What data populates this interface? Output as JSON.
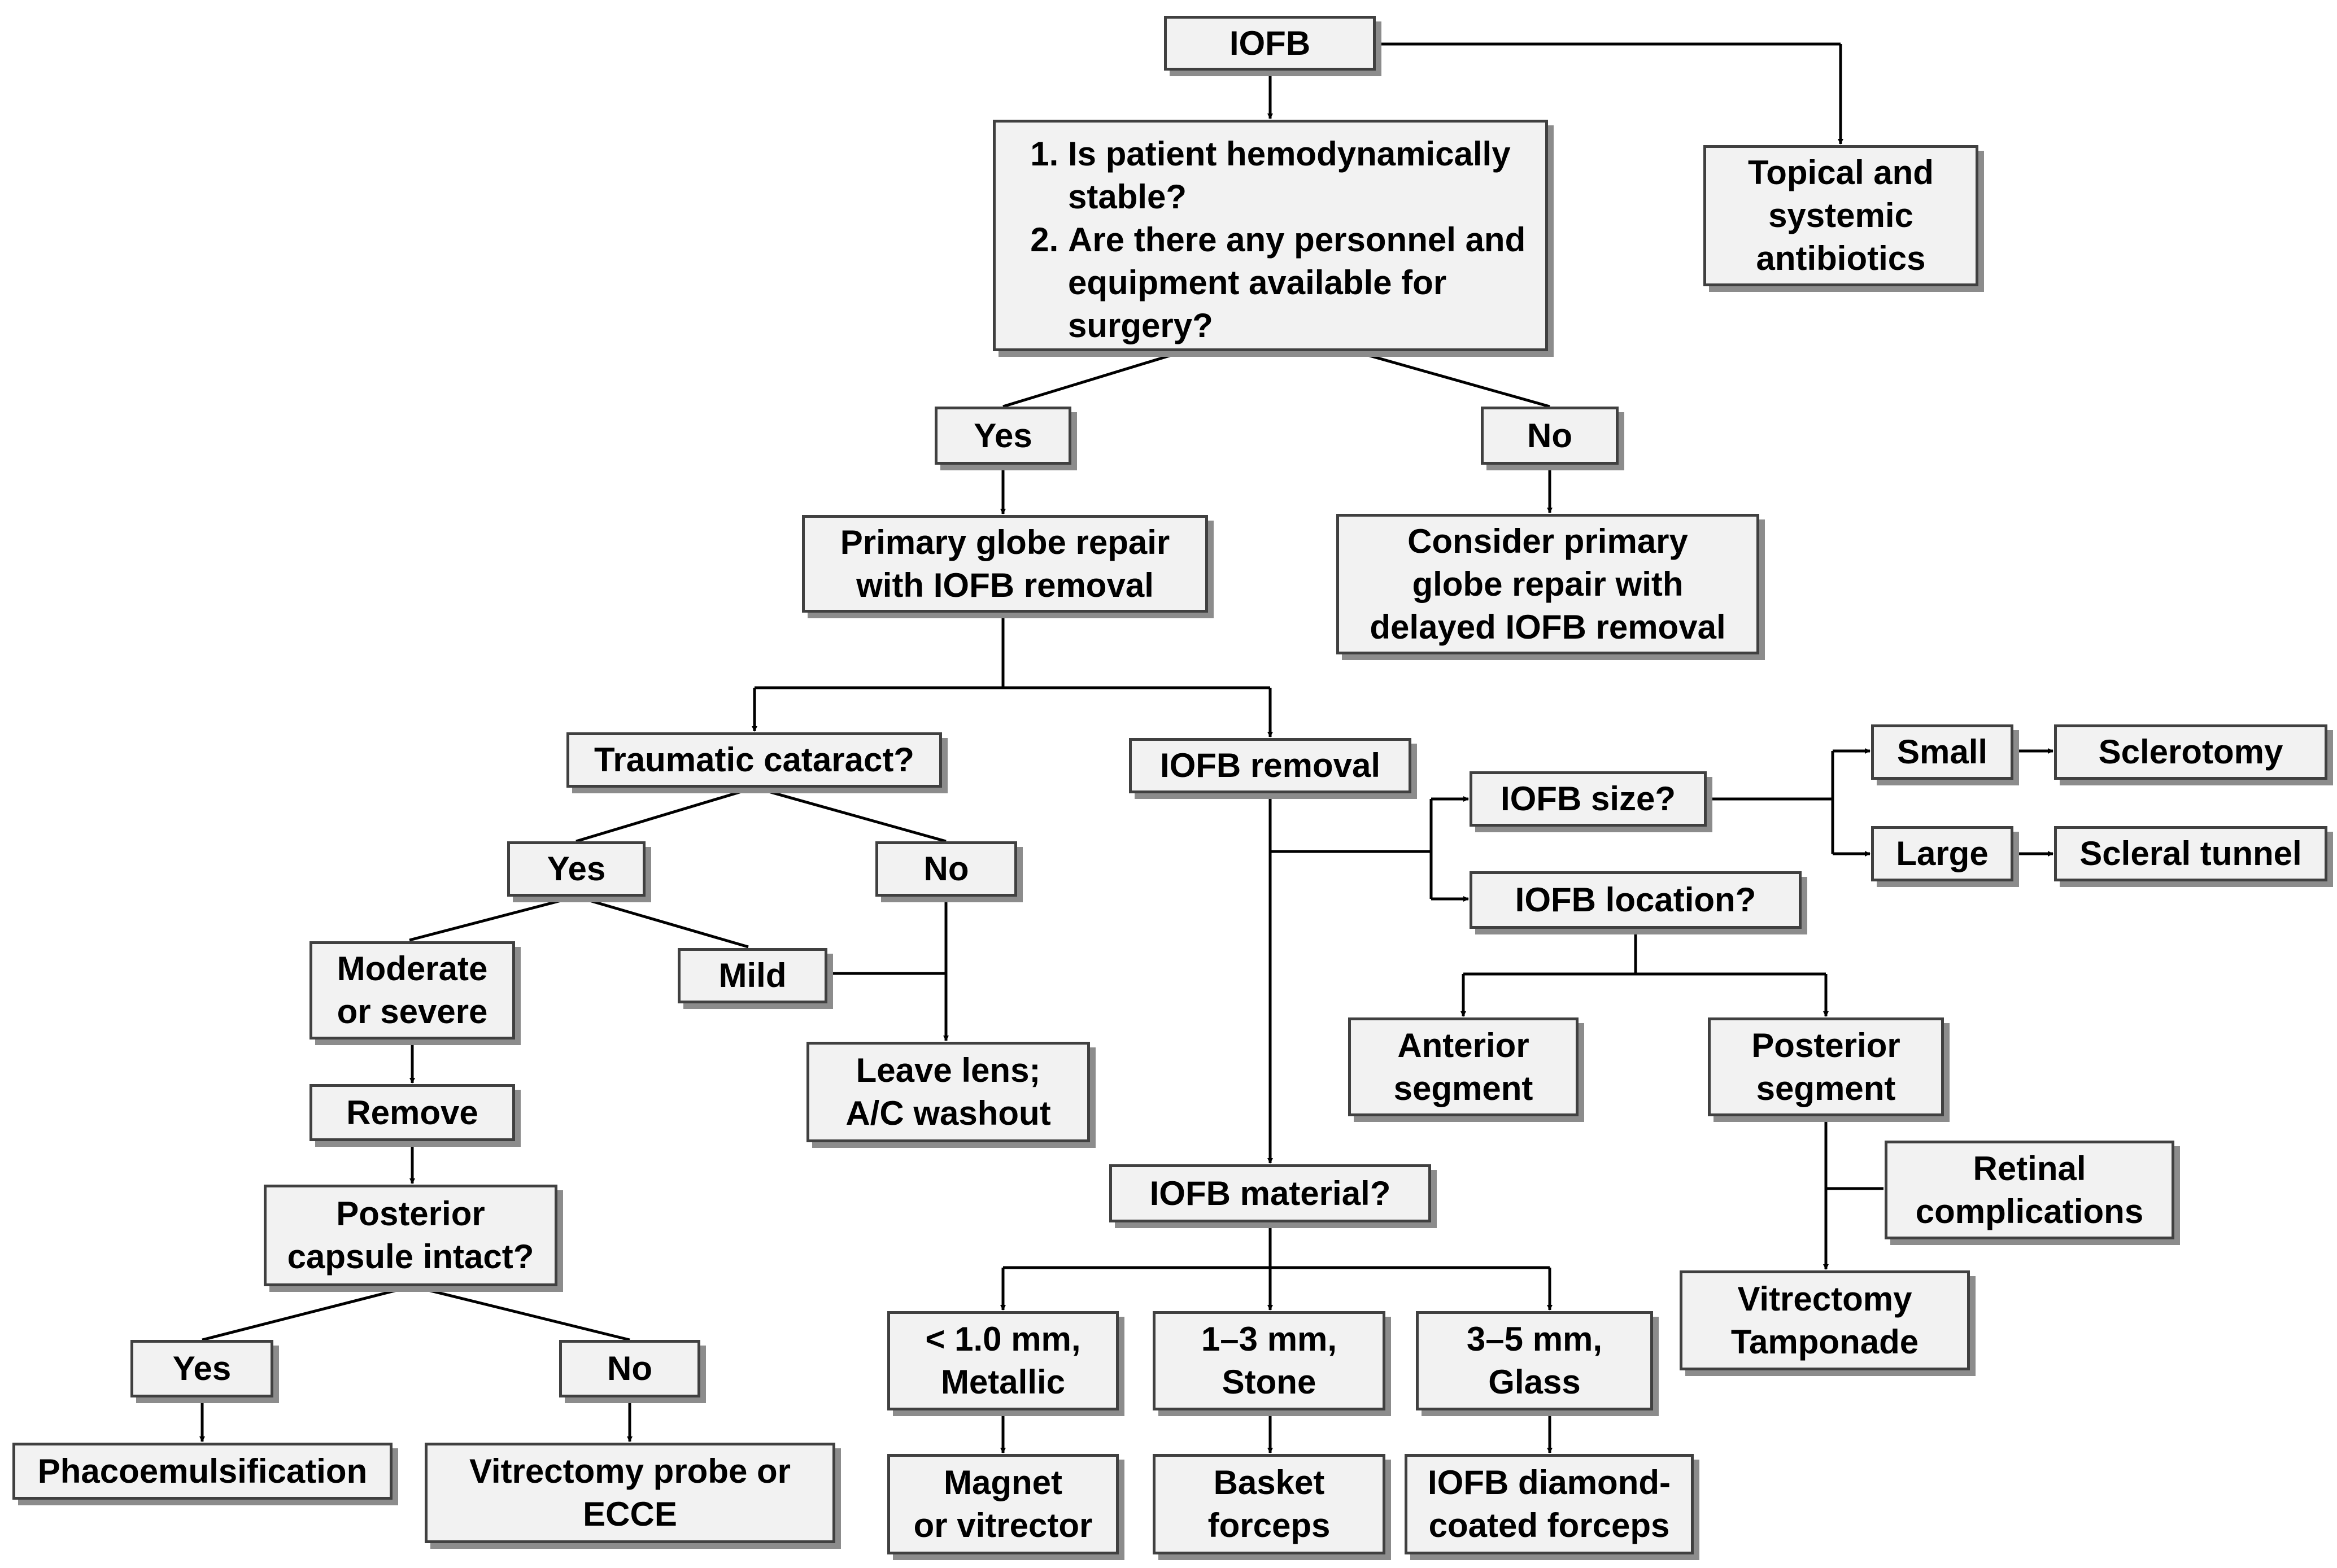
{
  "nodes": {
    "iofb": "IOFB",
    "questions": [
      "Is patient hemodynamically stable?",
      "Are there any personnel and equipment available for surgery?"
    ],
    "antibiotics": "Topical and\nsystemic\nantibiotics",
    "yes_top": "Yes",
    "no_top": "No",
    "primary_repair": "Primary globe repair\nwith IOFB removal",
    "delayed_repair": "Consider primary\nglobe repair with\ndelayed IOFB removal",
    "traumatic_cataract": "Traumatic cataract?",
    "iofb_removal": "IOFB removal",
    "iofb_size": "IOFB size?",
    "small": "Small",
    "sclerotomy": "Sclerotomy",
    "large": "Large",
    "scleral_tunnel": "Scleral tunnel",
    "iofb_location": "IOFB location?",
    "cataract_yes": "Yes",
    "cataract_no": "No",
    "moderate_severe": "Moderate\nor severe",
    "mild": "Mild",
    "leave_lens": "Leave lens;\nA/C washout",
    "remove": "Remove",
    "capsule_intact": "Posterior\ncapsule intact?",
    "capsule_yes": "Yes",
    "capsule_no": "No",
    "phaco": "Phacoemulsification",
    "vitrectomy_probe": "Vitrectomy probe or\nECCE",
    "anterior_segment": "Anterior\nsegment",
    "posterior_segment": "Posterior\nsegment",
    "retinal_complications": "Retinal\ncomplications",
    "vitrectomy_tamponade": "Vitrectomy\nTamponade",
    "iofb_material": "IOFB material?",
    "metallic": "< 1.0 mm,\nMetallic",
    "stone": "1–3 mm,\nStone",
    "glass": "3–5 mm,\nGlass",
    "magnet": "Magnet\nor vitrector",
    "basket": "Basket\nforceps",
    "diamond": "IOFB diamond-\ncoated forceps"
  },
  "colors": {
    "box_fill": "#f2f2f2",
    "box_border": "#404040",
    "box_shadow": "#8c8c8c",
    "line": "#000000"
  }
}
